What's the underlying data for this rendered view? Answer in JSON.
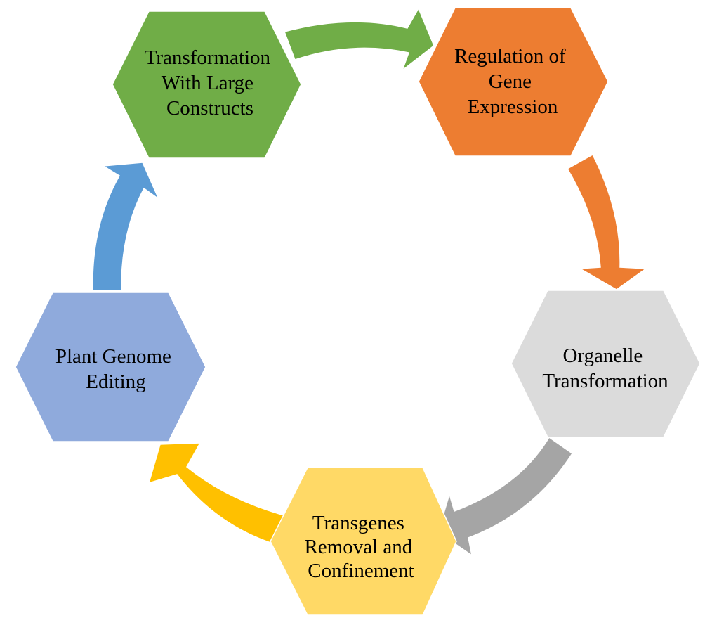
{
  "diagram": {
    "type": "cycle",
    "direction": "clockwise",
    "nodes": [
      {
        "id": "large-constructs",
        "lines": [
          "Transformation",
          "With Large",
          "Constructs"
        ],
        "color": "#70AD47"
      },
      {
        "id": "gene-expression",
        "lines": [
          "Regulation of",
          "Gene",
          "Expression"
        ],
        "color": "#ED7D31"
      },
      {
        "id": "organelle",
        "lines": [
          "Organelle",
          "Transformation"
        ],
        "color": "#DBDBDB"
      },
      {
        "id": "transgenes",
        "lines": [
          "Transgenes",
          "Removal and",
          "Confinement"
        ],
        "color": "#FFD966"
      },
      {
        "id": "genome-editing",
        "lines": [
          "Plant Genome",
          "Editing"
        ],
        "color": "#8FAADC"
      }
    ],
    "arrows": [
      {
        "from": "large-constructs",
        "to": "gene-expression",
        "color": "#70AD47"
      },
      {
        "from": "gene-expression",
        "to": "organelle",
        "color": "#ED7D31"
      },
      {
        "from": "organelle",
        "to": "transgenes",
        "color": "#A5A5A5"
      },
      {
        "from": "transgenes",
        "to": "genome-editing",
        "color": "#FFC000"
      },
      {
        "from": "genome-editing",
        "to": "large-constructs",
        "color": "#5B9BD5"
      }
    ]
  }
}
